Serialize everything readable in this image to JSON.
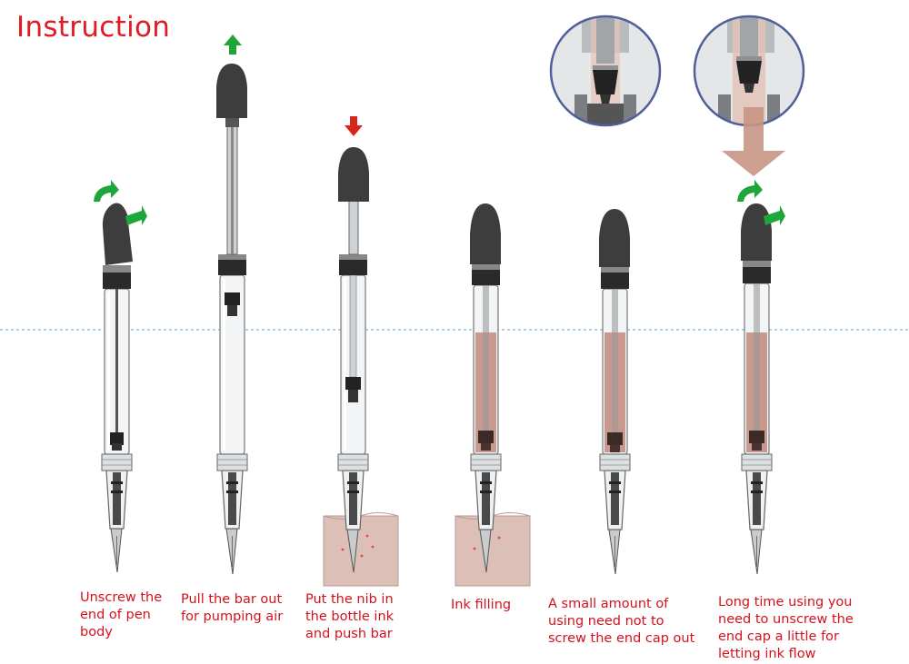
{
  "title": "Instruction",
  "colors": {
    "title_text": "#e01b24",
    "caption_text": "#d4121c",
    "arrow_up": "#22a33a",
    "arrow_down": "#d9261c",
    "rotate_arrow": "#1fa63a",
    "ink": "#c89a8e",
    "barrel": "#f2f4f5",
    "cap": "#3d3d3d",
    "guide_line": "#7fb2de",
    "inset_ring": "#4f5f99"
  },
  "icons": [
    "arrow-up-icon",
    "arrow-down-icon",
    "rotate-arrow-icon",
    "flow-arrow-icon"
  ],
  "steps": [
    {
      "caption": "Unscrew the\nend of pen\nbody"
    },
    {
      "caption": "Pull the bar out\nfor pumping air"
    },
    {
      "caption": "Put the nib in\nthe bottle ink\nand push bar"
    },
    {
      "caption": "Ink filling"
    },
    {
      "caption": "A small amount of\nusing need not to\nscrew the end cap out"
    },
    {
      "caption": "Long time using you\nneed to unscrew the\nend cap a little for\nletting ink flow"
    }
  ]
}
